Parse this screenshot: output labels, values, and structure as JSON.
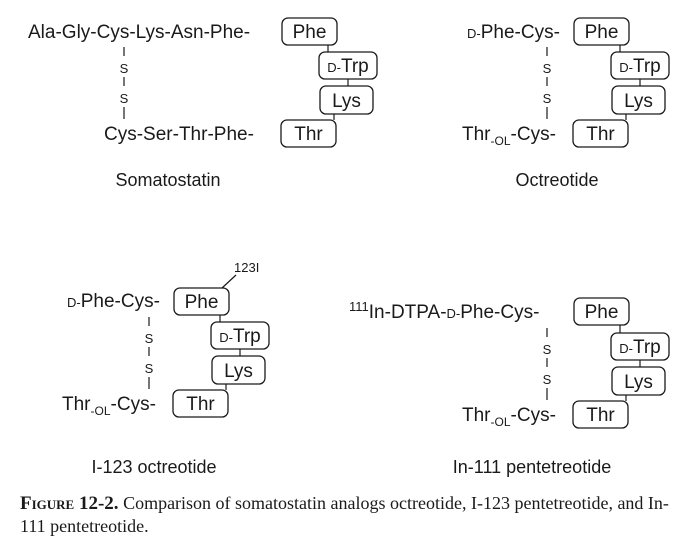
{
  "panels": {
    "somatostatin": {
      "top": "Ala-Gly-Cys-Lys-Asn-Phe-",
      "bottom": "Cys-Ser-Thr-Phe-",
      "boxes": [
        "Phe",
        "Trp",
        "Lys",
        "Thr"
      ],
      "d_prefix": "D-",
      "s": "S",
      "caption": "Somatostatin"
    },
    "octreotide": {
      "top_prefix": "D-",
      "top": "Phe-Cys-",
      "bottom_a": "Thr",
      "bottom_sub": "-OL",
      "bottom_b": "-Cys-",
      "boxes": [
        "Phe",
        "Trp",
        "Lys",
        "Thr"
      ],
      "d_prefix": "D-",
      "s": "S",
      "caption": "Octreotide"
    },
    "i123": {
      "iodine": "123I",
      "top_prefix": "D-",
      "top": "Phe-Cys-",
      "bottom_a": "Thr",
      "bottom_sub": "-OL",
      "bottom_b": "-Cys-",
      "boxes": [
        "Phe",
        "Trp",
        "Lys",
        "Thr"
      ],
      "d_prefix": "D-",
      "s": "S",
      "caption": "I-123 octreotide"
    },
    "in111": {
      "sup": "111",
      "top_a": "In-DTPA-",
      "top_prefix": "D-",
      "top_b": "Phe-Cys-",
      "bottom_a": "Thr",
      "bottom_sub": "-OL",
      "bottom_b": "-Cys-",
      "boxes": [
        "Phe",
        "Trp",
        "Lys",
        "Thr"
      ],
      "d_prefix": "D-",
      "s": "S",
      "caption": "In-111 pentetreotide"
    }
  },
  "figure": {
    "label": "Figure 12-2.",
    "text": "Comparison of somatostatin analogs octreotide, I-123 pentetreotide, and In-111 pentetreotide."
  }
}
